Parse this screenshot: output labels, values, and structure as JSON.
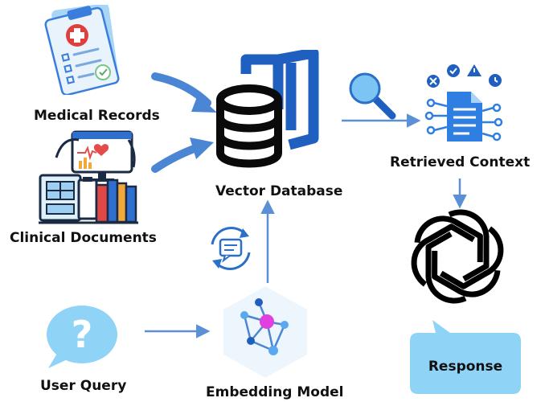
{
  "labels": {
    "medical_records": "Medical Records",
    "clinical_documents": "Clinical Documents",
    "vector_database": "Vector Database",
    "retrieved_context": "Retrieved Context",
    "user_query": "User Query",
    "embedding_model": "Embedding Model",
    "response": "Response"
  },
  "icons": {
    "medical_records": "clipboard-medical-icon",
    "clinical_documents": "clinical-documents-icon",
    "vector_database": "database-icon",
    "search": "magnifier-icon",
    "retrieved_context": "document-network-icon",
    "openai": "openai-logo-icon",
    "user_query": "question-bubble-icon",
    "sync": "sync-chat-icon",
    "embedding": "embedding-graph-icon"
  },
  "colors": {
    "accent": "#3b7ddd",
    "arrow": "#5b8fd6",
    "light_blue": "#7cc4f4",
    "bubble": "#8fd3f7",
    "dark": "#111111"
  }
}
